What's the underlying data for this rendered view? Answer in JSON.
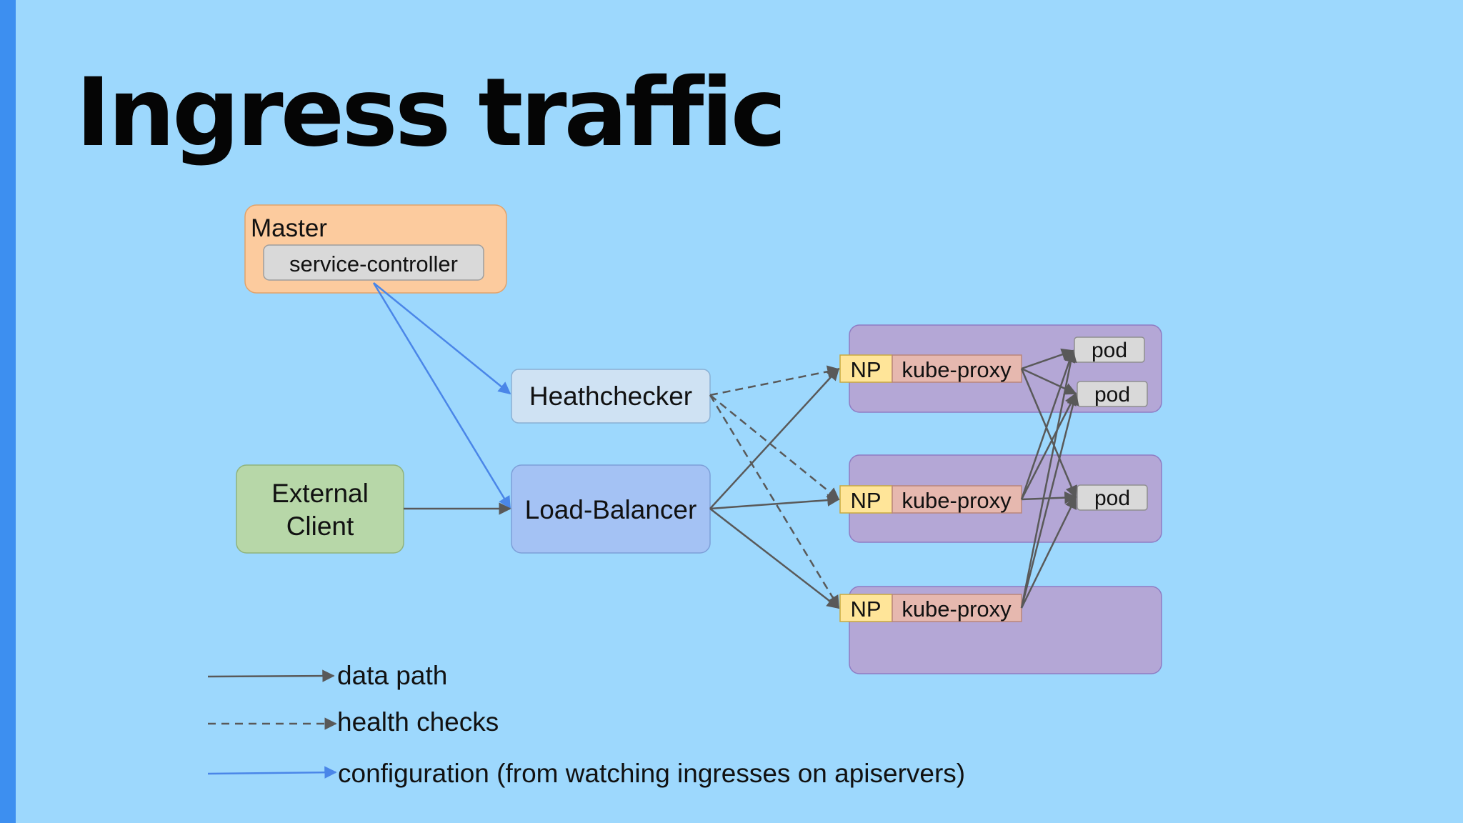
{
  "slide": {
    "title": "Ingress traffic"
  },
  "diagram": {
    "master": {
      "label": "Master",
      "controller": "service-controller"
    },
    "healthchecker": "Heathchecker",
    "load_balancer": "Load-Balancer",
    "external_client": [
      "External",
      "Client"
    ],
    "nodes": [
      {
        "np": "NP",
        "proxy": "kube-proxy",
        "pods": [
          "pod",
          "pod"
        ]
      },
      {
        "np": "NP",
        "proxy": "kube-proxy",
        "pods": [
          "pod"
        ]
      },
      {
        "np": "NP",
        "proxy": "kube-proxy",
        "pods": []
      }
    ]
  },
  "legend": {
    "data_path": "data path",
    "health_checks": "health checks",
    "configuration": "configuration (from watching ingresses on apiservers)"
  },
  "colors": {
    "background": "#9dd8fd",
    "accent_bar": "#3d8ff0",
    "master": "#fccb9e",
    "controller": "#d9d9d9",
    "healthchecker": "#cfe2f3",
    "load_balancer": "#a4c2f4",
    "external_client": "#b7d7a8",
    "node": "#b4a7d6",
    "np": "#ffe599",
    "kube_proxy": "#e6b8af",
    "pod": "#d9d9d9",
    "data_path": "#595959",
    "configuration": "#4a86e8"
  }
}
